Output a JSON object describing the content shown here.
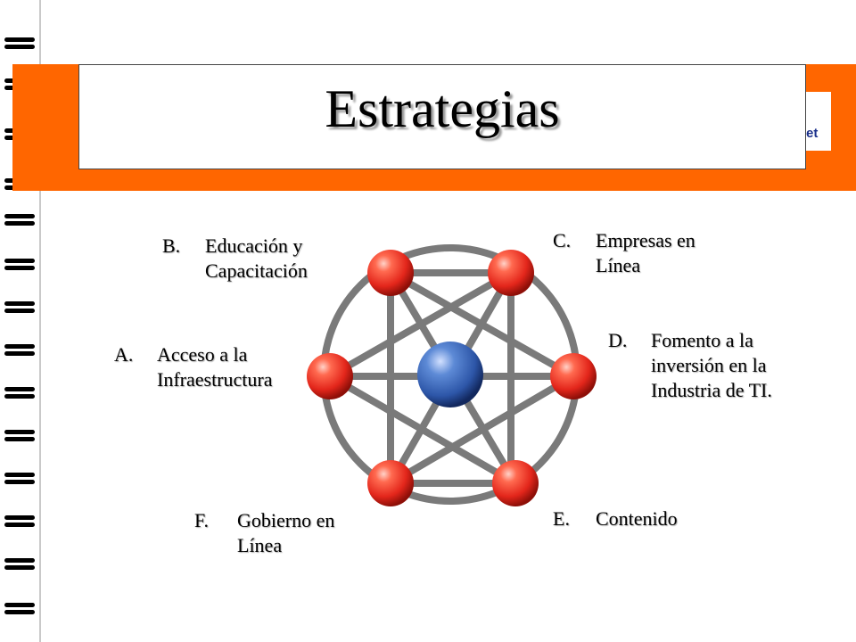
{
  "slide": {
    "title": "Estrategias",
    "logo_fragment": "et"
  },
  "colors": {
    "header_bar": "#ff6600",
    "node_red": "#e8322a",
    "node_center_blue": "#3d6fc0",
    "links": "#7a7a7a"
  },
  "strategies": [
    {
      "letter": "A.",
      "text": "Acceso a la\nInfraestructura"
    },
    {
      "letter": "B.",
      "text": "Educación y\nCapacitación"
    },
    {
      "letter": "C.",
      "text": "Empresas en\nLínea"
    },
    {
      "letter": "D.",
      "text": "Fomento a la\ninversión en la\nIndustria de TI."
    },
    {
      "letter": "E.",
      "text": "Contenido"
    },
    {
      "letter": "F.",
      "text": "Gobierno en\nLínea"
    }
  ]
}
